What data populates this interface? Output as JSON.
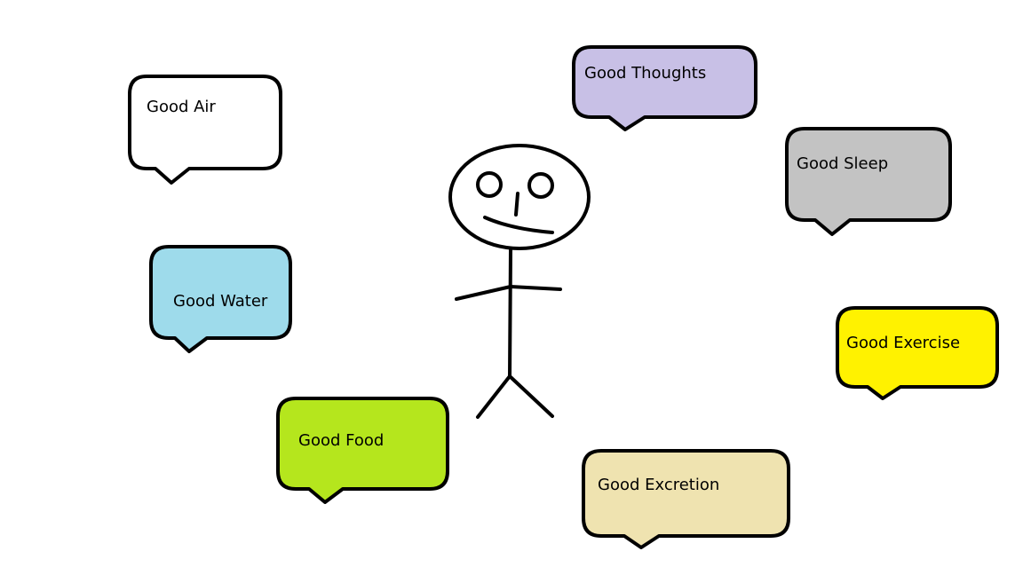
{
  "bubbles": [
    {
      "label": "Good Air",
      "color": "#ffffff"
    },
    {
      "label": "Good Thoughts",
      "color": "#c8c0e6"
    },
    {
      "label": "Good Sleep",
      "color": "#c3c3c3"
    },
    {
      "label": "Good Water",
      "color": "#9edbeb"
    },
    {
      "label": "Good Exercise",
      "color": "#fff200"
    },
    {
      "label": "Good Food",
      "color": "#b5e61d"
    },
    {
      "label": "Good Excretion",
      "color": "#efe3b0"
    }
  ],
  "figure": {
    "name": "stick-figure"
  }
}
